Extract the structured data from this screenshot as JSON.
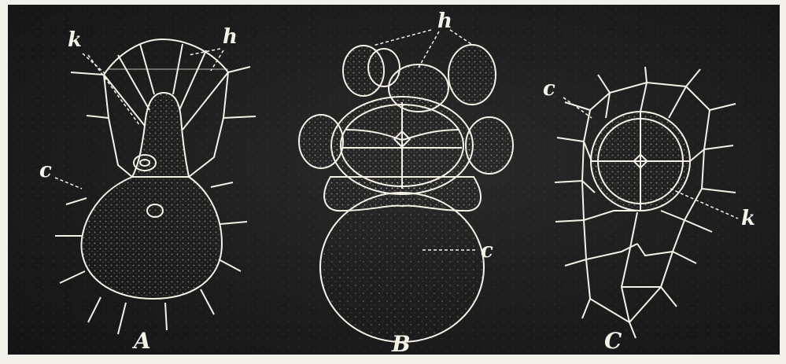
{
  "figure": {
    "panels": [
      {
        "id": "A",
        "caption": "A",
        "labels": {
          "k": "k",
          "h": "h",
          "c": "c"
        }
      },
      {
        "id": "B",
        "caption": "B",
        "labels": {
          "h": "h",
          "c": "c"
        }
      },
      {
        "id": "C",
        "caption": "C",
        "labels": {
          "c": "c",
          "k": "k"
        }
      }
    ],
    "colors": {
      "background": "#1c1c1c",
      "line": "#f4f1e6",
      "border": "#f2f0ea"
    }
  }
}
